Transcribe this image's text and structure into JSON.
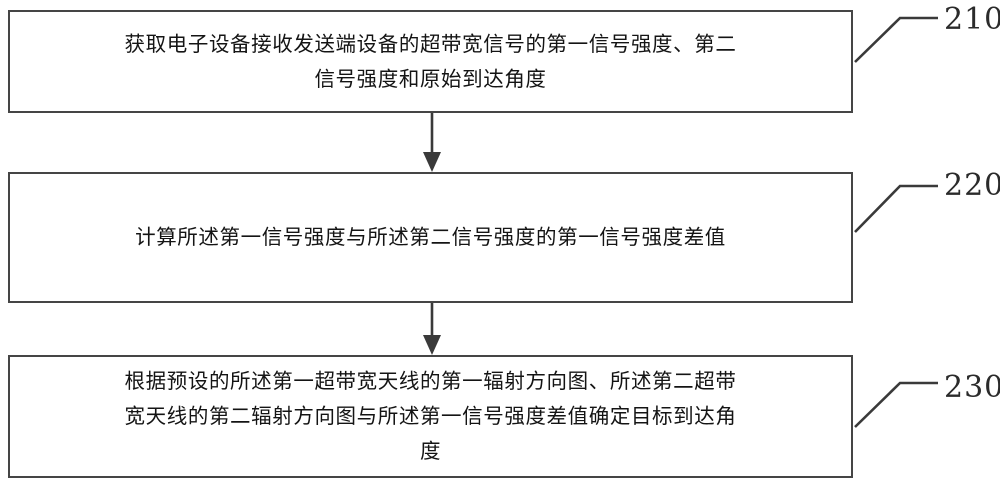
{
  "diagram": {
    "type": "flowchart",
    "orientation": "vertical",
    "background_color": "#ffffff",
    "line_color": "#3a3a3a",
    "text_color": "#141414",
    "steps": [
      {
        "ref": "210",
        "lines": [
          "获取电子设备接收发送端设备的超带宽信号的第一信号强度、第二",
          "信号强度和原始到达角度"
        ],
        "text": "获取电子设备接收发送端设备的超带宽信号的第一信号强度、第二信号强度和原始到达角度"
      },
      {
        "ref": "220",
        "lines": [
          "计算所述第一信号强度与所述第二信号强度的第一信号强度差值"
        ],
        "text": "计算所述第一信号强度与所述第二信号强度的第一信号强度差值"
      },
      {
        "ref": "230",
        "lines": [
          "根据预设的所述第一超带宽天线的第一辐射方向图、所述第二超带",
          "宽天线的第二辐射方向图与所述第一信号强度差值确定目标到达角",
          "度"
        ],
        "text": "根据预设的所述第一超带宽天线的第一辐射方向图、所述第二超带宽天线的第二辐射方向图与所述第一信号强度差值确定目标到达角度"
      }
    ],
    "connectors": [
      {
        "from": "210",
        "to": "220",
        "style": "arrow-down"
      },
      {
        "from": "220",
        "to": "230",
        "style": "arrow-down"
      }
    ]
  }
}
